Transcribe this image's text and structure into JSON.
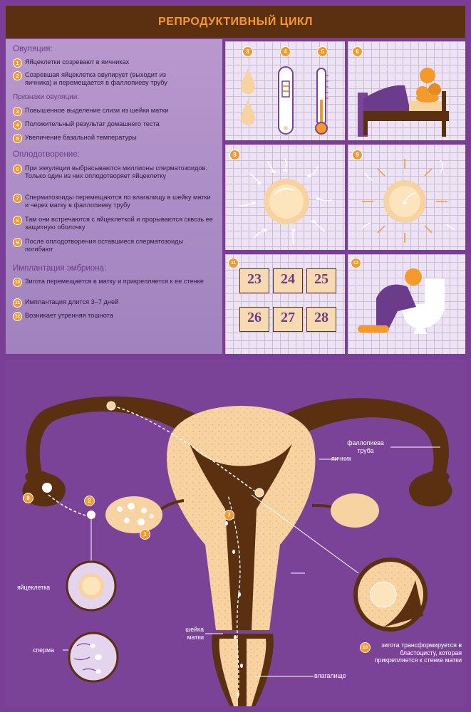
{
  "title": "РЕПРОДУКТИВНЫЙ ЦИКЛ",
  "sections": {
    "ovulation": {
      "heading": "Овуляция:",
      "items": [
        {
          "num": "1",
          "text": "Яйцеклетки созревают в яичниках"
        },
        {
          "num": "2",
          "text": "Созревшая яйцеклетка овулирует (выходит из яичника) и перемещается в фаллопиеву трубу"
        }
      ]
    },
    "signs": {
      "heading": "Признаки овуляции:",
      "items": [
        {
          "num": "3",
          "text": "Повышенное выделение слизи из шейки матки"
        },
        {
          "num": "4",
          "text": "Положительный результат домашнего теста"
        },
        {
          "num": "5",
          "text": "Увеличение базальной температуры"
        }
      ]
    },
    "fertilization": {
      "heading": "Оплодотворение:",
      "items": [
        {
          "num": "6",
          "text": "При эякуляции выбрасываются миллионы сперматозоидов. Только один из них оплодотворяет яйцеклетку"
        },
        {
          "num": "7",
          "text": "Сперматозоиды перемещаются по влагалищу в шейку матки и через матку в фаллопиеву трубу"
        },
        {
          "num": "8",
          "text": "Там они встречаются с яйцеклеткой и прорываются сквозь ее защитную оболочку"
        },
        {
          "num": "9",
          "text": "После оплодотворения оставшиеся сперматозоиды погибают"
        }
      ]
    },
    "implantation": {
      "heading": "Имплантация эмбриона:",
      "items": [
        {
          "num": "10",
          "text": "Зигота перемещается в матку и прикрепляется к ее стенке"
        },
        {
          "num": "11",
          "text": "Имплантация длится 3–7 дней"
        },
        {
          "num": "12",
          "text": "Возникает утренняя тошнота"
        }
      ]
    }
  },
  "panels": {
    "p3": "3",
    "p4": "4",
    "p5": "5",
    "p6": "6",
    "p8": "8",
    "p9": "9",
    "p11": "11",
    "p12": "12"
  },
  "calendar_days": [
    "23",
    "24",
    "25",
    "26",
    "27",
    "28"
  ],
  "diagram": {
    "labels": {
      "fallopian_tube": "фаллопиева труба",
      "ovary": "яичник",
      "egg": "яйцеклетка",
      "cervix": "шейка матки",
      "sperm": "сперма",
      "vagina": "влагалище",
      "blastocyst": "зигота трансформируется в бластоцисту, которая прикрепляется к стенке матки"
    },
    "markers": {
      "m8": "8",
      "m2": "2",
      "m1": "1",
      "m7": "7",
      "m10": "10"
    }
  },
  "colors": {
    "purple": "#7b4398",
    "dark_brown": "#5a3010",
    "orange": "#f59a2a",
    "peach": "#f6d3a0",
    "light_purple": "#b898cd"
  }
}
